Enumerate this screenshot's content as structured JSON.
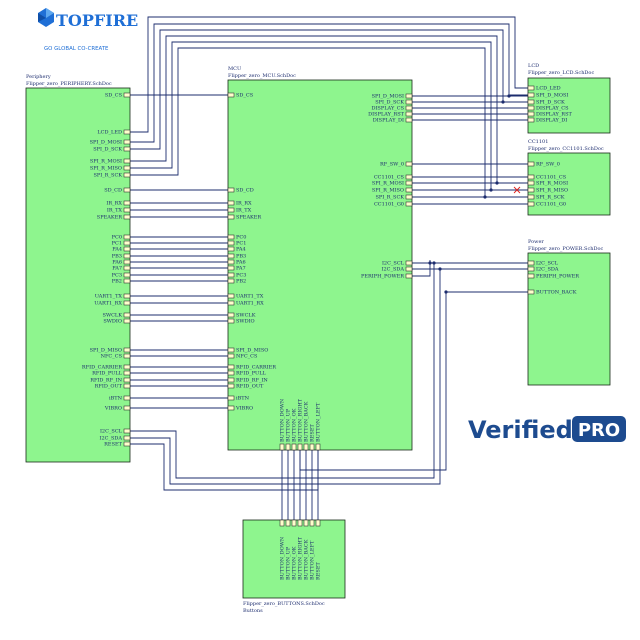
{
  "logo": {
    "brand": "TOPFIRE",
    "tagline": "GO GLOBAL   CO-CREATE"
  },
  "watermark": {
    "word": "Verified",
    "badge": "PRO"
  },
  "sheets": {
    "periphery": {
      "title1": "Periphery",
      "title2": "Flipper_zero_PERIPHERY.SchDoc",
      "pins": [
        "SD_CS",
        "LCD_LED",
        "SPI_D_MOSI",
        "SPI_D_SCK",
        "SPI_R_MOSI",
        "SPI_R_MISO",
        "SPI_R_SCK",
        "SD_CD",
        "IR_RX",
        "IR_TX",
        "SPEAKER",
        "PC0",
        "PC1",
        "PA4",
        "PB3",
        "PA6",
        "PA7",
        "PC3",
        "PB2",
        "UART1_TX",
        "UART1_RX",
        "SWCLK",
        "SWDIO",
        "SPI_D_MISO",
        "NFC_CS",
        "RFID_CARRIER",
        "RFID_PULL",
        "RFID_RF_IN",
        "RFID_OUT",
        "iBTN",
        "VIBRO",
        "I2C_SCL",
        "I2C_SDA",
        "RESET"
      ]
    },
    "mcu": {
      "title1": "MCU",
      "title2": "Flipper_zero_MCU.SchDoc",
      "left_pins": [
        "SD_CS",
        "SD_CD",
        "IR_RX",
        "IR_TX",
        "SPEAKER",
        "PC0",
        "PC1",
        "PA4",
        "PB3",
        "PA6",
        "PA7",
        "PC3",
        "PB2",
        "UART1_TX",
        "UART1_RX",
        "SWCLK",
        "SWDIO",
        "SPI_D_MISO",
        "NFC_CS",
        "RFID_CARRIER",
        "RFID_PULL",
        "RFID_RF_IN",
        "RFID_OUT",
        "iBTN",
        "VIBRO"
      ],
      "right_pins": [
        "SPI_D_MOSI",
        "SPI_D_SCK",
        "DISPLAY_CS",
        "DISPLAY_RST",
        "DISPLAY_DI",
        "RF_SW_0",
        "CC1101_CS",
        "SPI_R_MOSI",
        "SPI_R_MISO",
        "SPI_R_SCK",
        "CC1101_G0",
        "I2C_SCL",
        "I2C_SDA",
        "PERIPH_POWER"
      ],
      "bottom_pins": [
        "BUTTON_DOWN",
        "BUTTON_UP",
        "BUTTON_OK",
        "BUTTON_RIGHT",
        "BUTTON_BACK",
        "RESET",
        "BUTTON_LEFT"
      ]
    },
    "lcd": {
      "title1": "LCD",
      "title2": "Flipper_zero_LCD.SchDoc",
      "pins": [
        "LCD_LED",
        "SPI_D_MOSI",
        "SPI_D_SCK",
        "DISPLAY_CS",
        "DISPLAY_RST",
        "DISPLAY_DI"
      ]
    },
    "cc1101": {
      "title1": "CC1101",
      "title2": "Flipper_zero_CC1101.SchDoc",
      "pins": [
        "RF_SW_0",
        "CC1101_CS",
        "SPI_R_MOSI",
        "SPI_R_MISO",
        "SPI_R_SCK",
        "CC1101_G0"
      ]
    },
    "power": {
      "title1": "Power",
      "title2": "Flipper_zero_POWER.SchDoc",
      "pins": [
        "I2C_SCL",
        "I2C_SDA",
        "PERIPH_POWER",
        "BUTTON_BACK"
      ]
    },
    "buttons": {
      "title1": "Flipper_zero_BUTTONS.SchDoc",
      "title2": "Buttons",
      "pins": [
        "BUTTON_DOWN",
        "BUTTON_UP",
        "BUTTON_OK",
        "BUTTON_RIGHT",
        "BUTTON_BACK",
        "BUTTON_LEFT",
        "RESET"
      ]
    }
  },
  "colors": {
    "sheet_fill": "#8ef58e",
    "wire": "#1c2c6e",
    "logo_blue": "#1f6fd6",
    "watermark_blue": "#1d4b8f",
    "no_connect": "#e0201c"
  }
}
